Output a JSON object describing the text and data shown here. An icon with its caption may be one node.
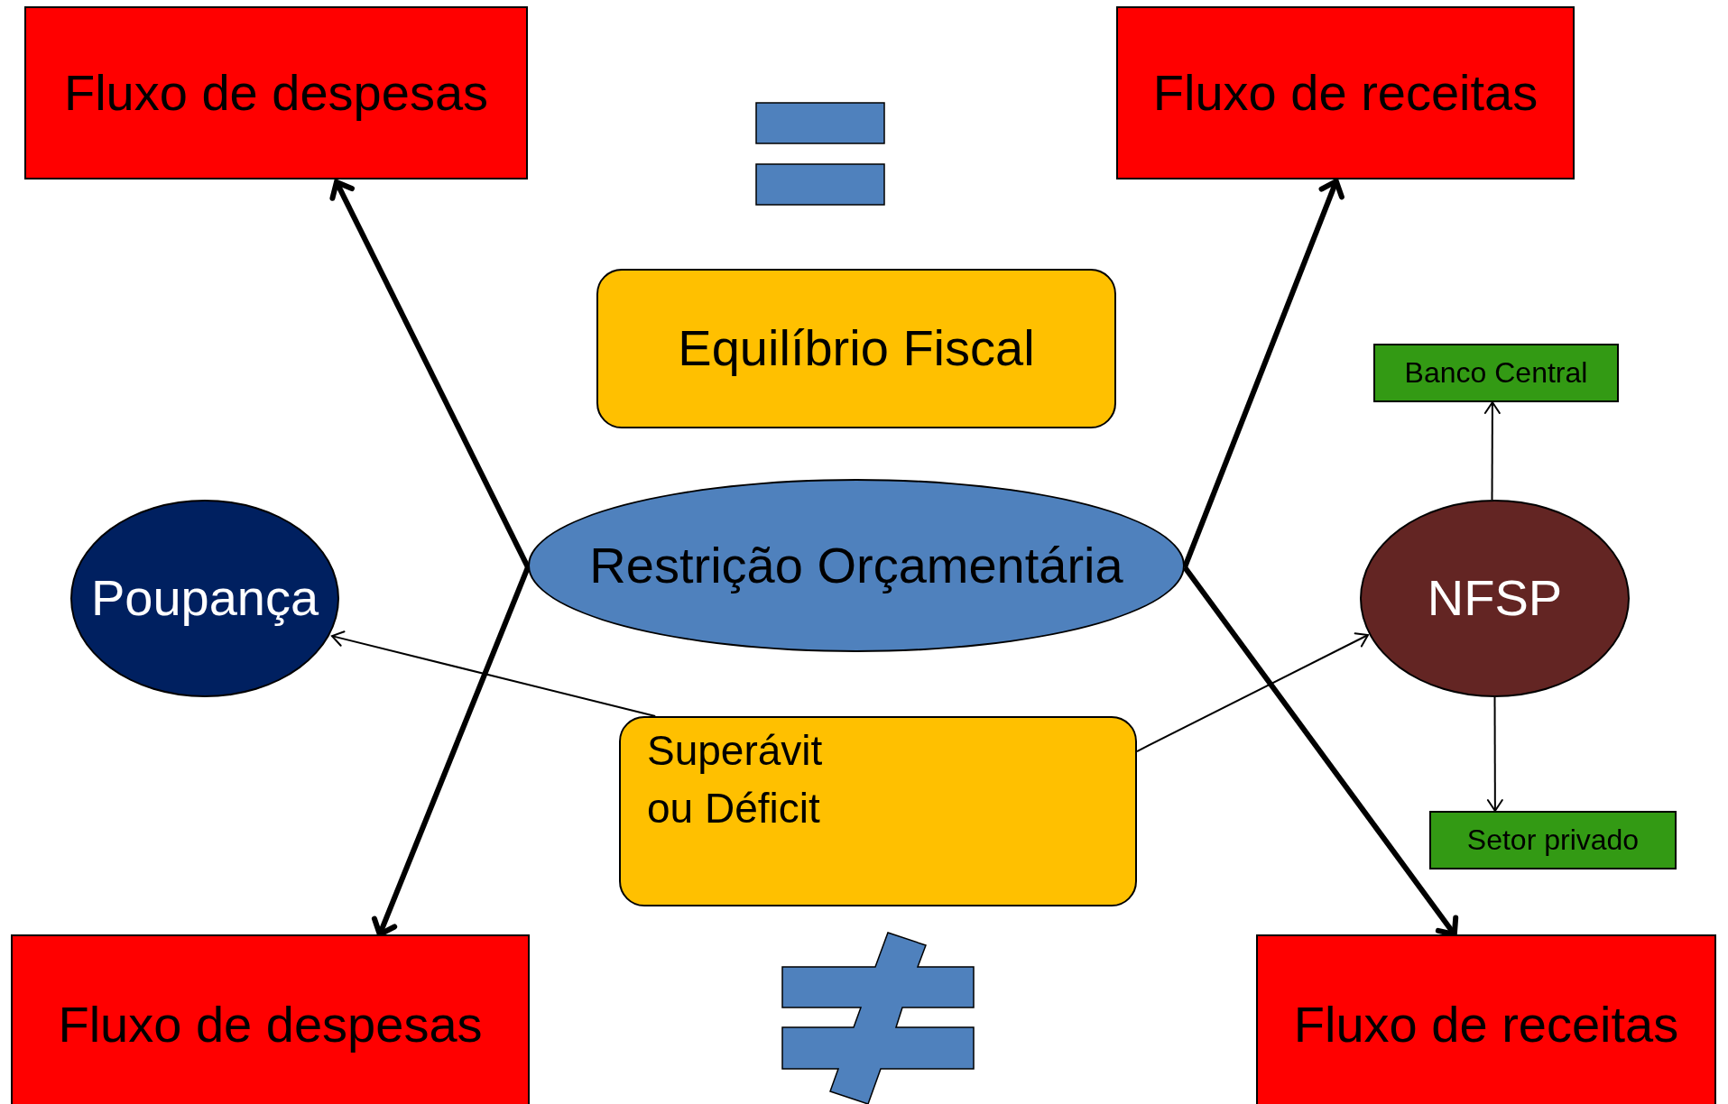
{
  "diagram": {
    "nodes": [
      {
        "text": [
          "Fluxo de despesas"
        ]
      },
      {
        "text": [
          "Fluxo de receitas"
        ]
      },
      {
        "text": [
          "Equilíbrio Fiscal"
        ]
      },
      {
        "text": [
          "Banco Central"
        ]
      },
      {
        "text": [
          "Poupança"
        ]
      },
      {
        "text": [
          "Restrição Orçamentária"
        ]
      },
      {
        "text": [
          "NFSP"
        ]
      },
      {
        "text": [
          "Superávit ou Déficit"
        ]
      },
      {
        "text": [
          "Setor privado"
        ]
      },
      {
        "text": [
          "Fluxo de despesas"
        ]
      },
      {
        "text": [
          "Fluxo de receitas"
        ]
      }
    ],
    "edges": [
      {
        "from": 5,
        "to": 0,
        "arrow": "to",
        "style": "thick"
      },
      {
        "from": 5,
        "to": 9,
        "arrow": "to",
        "style": "thick"
      },
      {
        "from": 5,
        "to": 1,
        "arrow": "to",
        "style": "thick"
      },
      {
        "from": 5,
        "to": 10,
        "arrow": "to",
        "style": "thick"
      },
      {
        "from": 7,
        "to": 4,
        "arrow": "to"
      },
      {
        "from": 7,
        "to": 6,
        "arrow": "to"
      },
      {
        "from": 6,
        "to": 3,
        "arrow": "to"
      },
      {
        "from": 6,
        "to": 8,
        "arrow": "to"
      }
    ]
  }
}
